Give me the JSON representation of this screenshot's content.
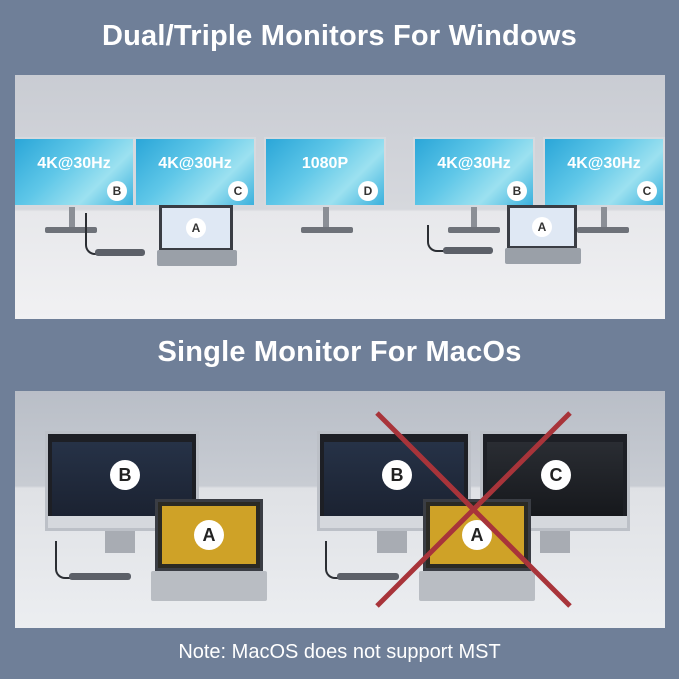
{
  "title_windows": "Dual/Triple Monitors For Windows",
  "title_macos": "Single Monitor For MacOs",
  "note": "Note: MacOS does not support MST",
  "windows_left": {
    "monitors": [
      {
        "label": "4K@30Hz",
        "badge": "B"
      },
      {
        "label": "4K@30Hz",
        "badge": "C"
      },
      {
        "label": "1080P",
        "badge": "D"
      }
    ],
    "laptop_badge": "A"
  },
  "windows_right": {
    "monitors": [
      {
        "label": "4K@30Hz",
        "badge": "B"
      },
      {
        "label": "4K@30Hz",
        "badge": "C"
      }
    ],
    "laptop_badge": "A"
  },
  "mac_left": {
    "monitor_badge": "B",
    "laptop_badge": "A"
  },
  "mac_right": {
    "monitor_badges": [
      "B",
      "C"
    ],
    "laptop_badge": "A"
  },
  "colors": {
    "cross": "#a8343a",
    "screen_blue": "#2aa6d8"
  }
}
